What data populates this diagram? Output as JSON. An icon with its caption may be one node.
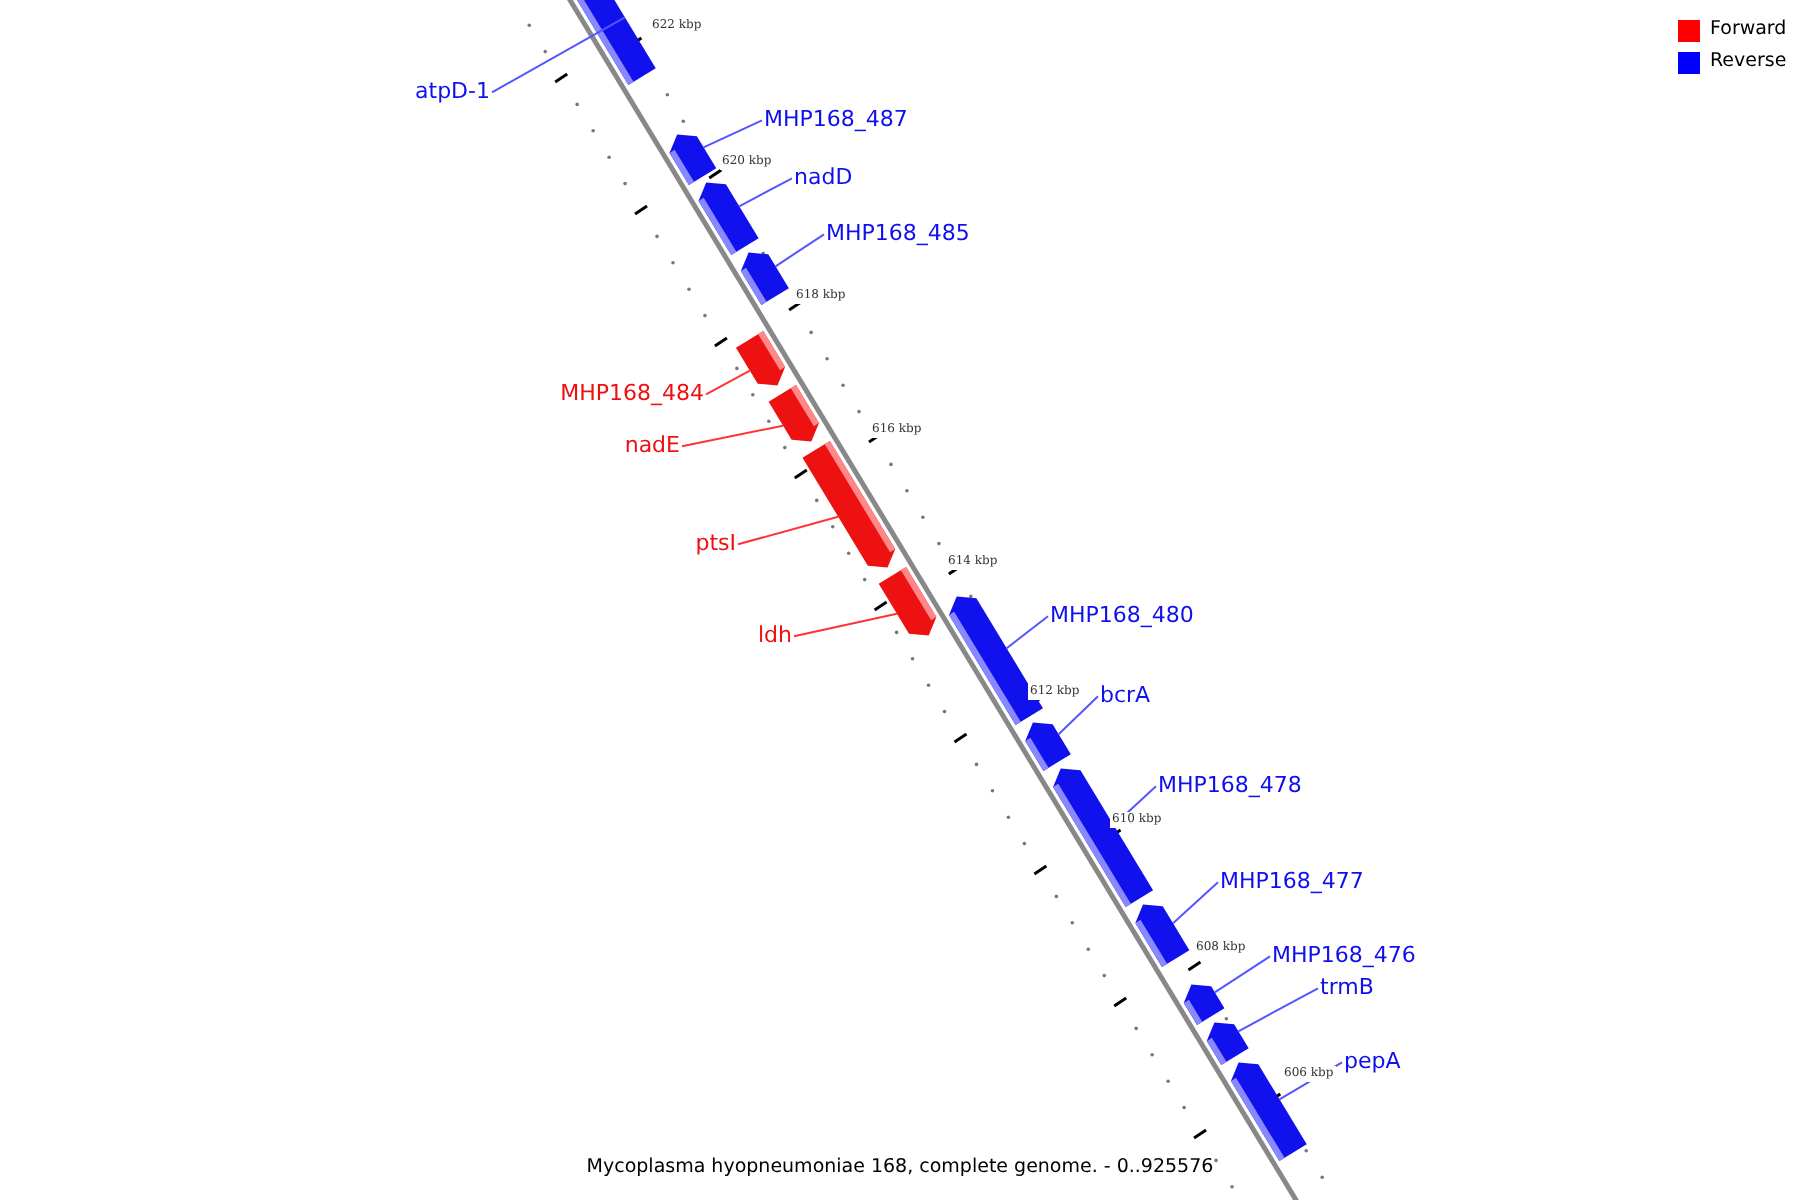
{
  "diagram": {
    "caption": "Mycoplasma hyopneumoniae 168, complete genome. - 0..925576",
    "nodes": [
      {
        "text": [],
        "shape": "bar"
      },
      {
        "text": [
          "atpD-1"
        ]
      },
      {
        "text": [
          "MHP168_487"
        ]
      },
      {
        "text": [],
        "shape": "bar"
      },
      {
        "text": [
          "nadD"
        ]
      },
      {
        "text": [],
        "shape": "bar"
      },
      {
        "text": [
          "MHP168_485"
        ]
      },
      {
        "text": [],
        "shape": "bar"
      },
      {
        "text": [
          "MHP168_484"
        ]
      },
      {
        "text": [],
        "shape": "bar"
      },
      {
        "text": [
          "nadE"
        ]
      },
      {
        "text": [],
        "shape": "bar"
      },
      {
        "text": [
          "ptsI"
        ]
      },
      {
        "text": [],
        "shape": "bar"
      },
      {
        "text": [
          "ldh"
        ]
      },
      {
        "text": [],
        "shape": "bar"
      },
      {
        "text": [
          "MHP168_480"
        ]
      },
      {
        "text": [],
        "shape": "bar"
      },
      {
        "text": [
          "bcrA"
        ]
      },
      {
        "text": [],
        "shape": "bar"
      },
      {
        "text": [
          "MHP168_478"
        ]
      },
      {
        "text": [],
        "shape": "bar"
      },
      {
        "text": [
          "MHP168_477"
        ]
      },
      {
        "text": [],
        "shape": "bar"
      },
      {
        "text": [
          "MHP168_476"
        ]
      },
      {
        "text": [],
        "shape": "bar"
      },
      {
        "text": [
          "trmB"
        ]
      },
      {
        "text": [],
        "shape": "bar"
      },
      {
        "text": [
          "pepA"
        ]
      },
      {
        "text": [],
        "shape": "bar"
      }
    ],
    "edges": [
      {
        "from": 1,
        "to": 0,
        "arrow": "none"
      },
      {
        "from": 2,
        "to": 3,
        "arrow": "none"
      },
      {
        "from": 4,
        "to": 5,
        "arrow": "none"
      },
      {
        "from": 6,
        "to": 7,
        "arrow": "none"
      },
      {
        "from": 8,
        "to": 9,
        "arrow": "none",
        "color": "#ff3333"
      },
      {
        "from": 10,
        "to": 11,
        "arrow": "none",
        "color": "#ff3333"
      },
      {
        "from": 12,
        "to": 13,
        "arrow": "none",
        "color": "#ff3333"
      },
      {
        "from": 14,
        "to": 15,
        "arrow": "none",
        "color": "#ff3333"
      },
      {
        "from": 16,
        "to": 17,
        "arrow": "none"
      },
      {
        "from": 18,
        "to": 19,
        "arrow": "none"
      },
      {
        "from": 20,
        "to": 21,
        "arrow": "none"
      },
      {
        "from": 22,
        "to": 23,
        "arrow": "none"
      },
      {
        "from": 24,
        "to": 25,
        "arrow": "none"
      },
      {
        "from": 26,
        "to": 27,
        "arrow": "none"
      },
      {
        "from": 28,
        "to": 29,
        "arrow": "none"
      }
    ],
    "labels": [
      "622 kbp",
      "620 kbp",
      "618 kbp",
      "616 kbp",
      "614 kbp",
      "612 kbp",
      "610 kbp",
      "608 kbp",
      "606 kbp"
    ],
    "legend": [
      {
        "text": "Forward",
        "color": "#ff0000"
      },
      {
        "text": "Reverse",
        "color": "#0000ff"
      }
    ]
  }
}
